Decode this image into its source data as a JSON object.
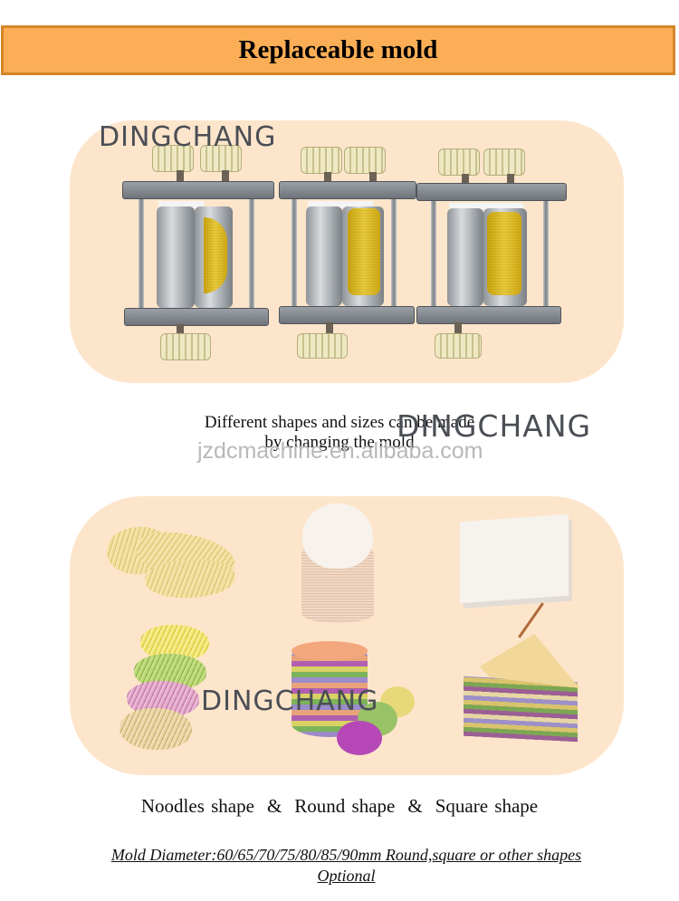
{
  "header": {
    "title": "Replaceable mold",
    "banner_color": "#fbae55",
    "banner_border_color": "#d58629"
  },
  "molds_section": {
    "panel_color": "#fde5cb",
    "watermark": "DINGCHANG",
    "image_alt": "Three replaceable roller molds with yellow cutter rollers and white plastic gears",
    "mold_count": 3
  },
  "mold_caption": {
    "line1": "Different shapes and sizes can be made",
    "line2": "by changing the mold",
    "watermark_brand": "DINGCHANG",
    "watermark_url": "jzdcmachine.en.alibaba.com"
  },
  "shapes_section": {
    "panel_color": "#fde5cb",
    "watermark": "DINGCHANG",
    "items": [
      {
        "label": "Plain noodles"
      },
      {
        "label": "Round wrappers"
      },
      {
        "label": "Square wrappers"
      },
      {
        "label": "Colored noodles"
      },
      {
        "label": "Colored round wrappers with dumplings"
      },
      {
        "label": "Colored square wrappers"
      }
    ]
  },
  "shapes_caption": {
    "shape1": "Noodles shape",
    "sep1": "&",
    "shape2": "Round shape",
    "sep2": "&",
    "shape3": "Square shape"
  },
  "note": {
    "line1": "Mold Diameter:60/65/70/75/80/85/90mm Round,square or other shapes",
    "line2": "Optional"
  }
}
